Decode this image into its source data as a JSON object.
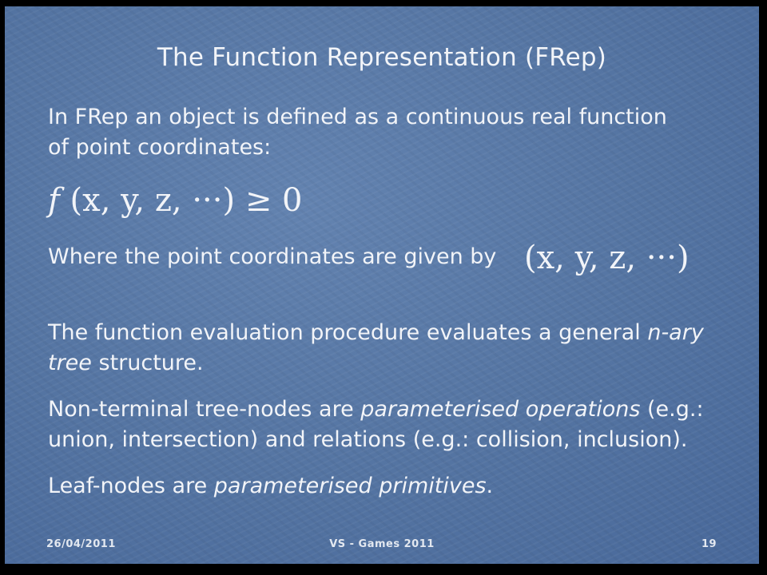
{
  "slide": {
    "title": "The Function Representation (FRep)",
    "intro": {
      "line1": "In FRep an object is defined as a continuous real function",
      "line2": "of point coordinates:"
    },
    "formula1": {
      "fn": "f",
      "args": "(x, y, z, ···)",
      "relation": "≥ 0"
    },
    "where": {
      "text": "Where the point coordinates are given by",
      "tuple": "(x, y, z, ···)"
    },
    "evaluation": {
      "text1": "The function evaluation procedure evaluates a general ",
      "em1": "n-ary",
      "em2": "tree",
      "text2": " structure."
    },
    "nonterminal": {
      "text1": "Non-terminal tree-nodes are ",
      "em": "parameterised operations",
      "text2": " (e.g.:",
      "line2": "union, intersection) and relations (e.g.: collision, inclusion)."
    },
    "leaf": {
      "text1": "Leaf-nodes are ",
      "em": "parameterised primitives",
      "text2": "."
    },
    "footer": {
      "date": "26/04/2011",
      "event": "VS - Games 2011",
      "page": "19"
    }
  },
  "colors": {
    "background": "#5474a2",
    "text": "#f2f4f8",
    "frame": "#000000"
  }
}
